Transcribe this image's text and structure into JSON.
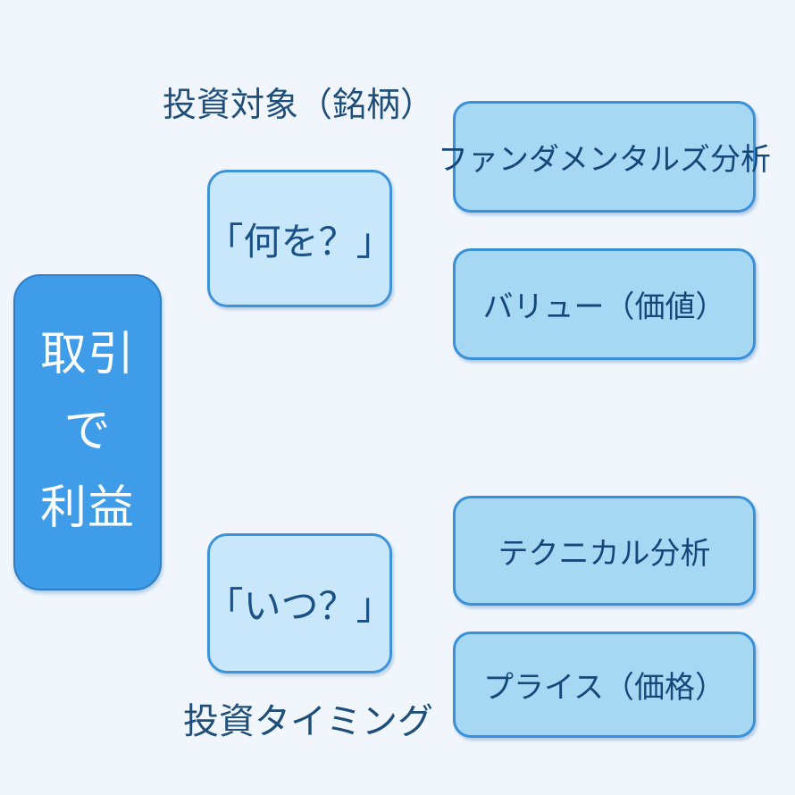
{
  "diagram": {
    "background_color": "#F0F6FC",
    "root_box": {
      "lines": [
        "取引",
        "で",
        "利益"
      ],
      "fill_color": "#3F9CE8",
      "border_color": "#2E7EC6",
      "text_color": "#FFFFFF"
    },
    "question_top": {
      "caption": "投資対象（銘柄）",
      "label": "「何を？」"
    },
    "question_bottom": {
      "label": "「いつ？」",
      "caption": "投資タイミング"
    },
    "question_box_style": {
      "fill_color": "#C8E7FB",
      "border_color": "#3E93D9",
      "text_color": "#1A5287"
    },
    "analysis_boxes": [
      {
        "label": "ファンダメンタルズ分析"
      },
      {
        "label": "バリュー（価値）"
      },
      {
        "label": "テクニカル分析"
      },
      {
        "label": "プライス（価格）"
      }
    ],
    "analysis_box_style": {
      "fill_color": "#A6D7F3",
      "border_color": "#3B91D8",
      "text_color": "#14477A"
    },
    "caption_text_color": "#1F4E79"
  }
}
